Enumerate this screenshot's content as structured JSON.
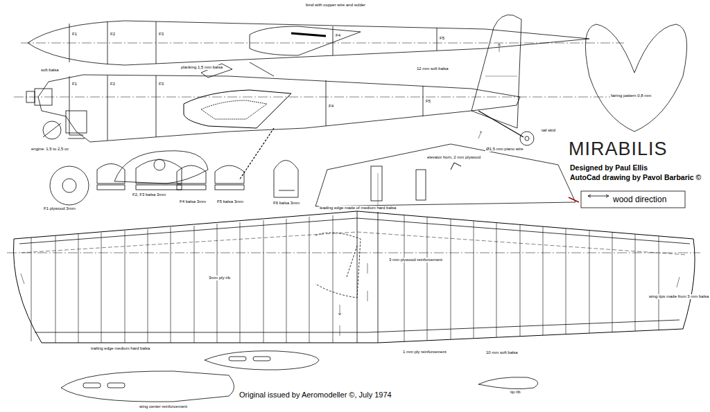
{
  "diagram": {
    "title": "MIRABILIS",
    "caption": "Original issued by Aeromodeller ©, July 1974",
    "labels": [
      "Designed by Paul Ellis",
      "AutoCad drawing by Pavol Barbaric ©",
      "F1",
      "F2",
      "F3",
      "F4",
      "F5",
      "F1",
      "F2",
      "F3",
      "F4",
      "F5",
      "soft balsa",
      "planking 1,5 mm balsa",
      "bind with copper wire and solder",
      "12 mm soft balsa",
      "engine: 1,5 to 2,5 cc",
      "F1 plywood 3mm",
      "F2, F3 balsa 3mm",
      "F4 balsa 3mm",
      "F5 balsa 3mm",
      "F6 balsa 3mm",
      "fairing pattern 0,8 mm",
      "leading edge made of medium hard balsa",
      "3 mm plywood reinforcement",
      "3mm ply rib",
      "trailing edge medium hard balsa",
      "1 mm ply reinforcement",
      "10 mm soft balsa",
      "wing tips made from 3 mm balsa",
      "wing center reinforcement",
      "tip rib",
      "elevator horn, 2 mm plywood",
      "Ø1,5 mm piano wire",
      "tail skid"
    ],
    "legend": [
      {
        "text": "wood direction"
      }
    ]
  }
}
